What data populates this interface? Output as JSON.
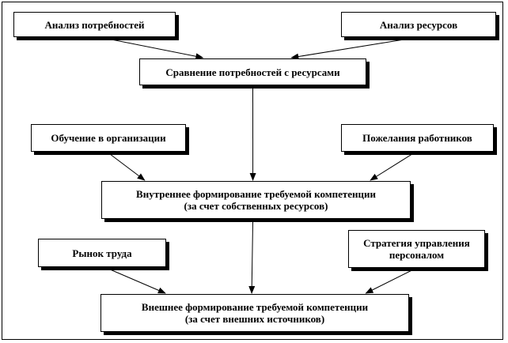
{
  "diagram": {
    "nodes": {
      "needs_analysis": {
        "text": "Анализ потребностей"
      },
      "resources_analysis": {
        "text": "Анализ ресурсов"
      },
      "comparison": {
        "text": "Сравнение потребностей с ресурсами"
      },
      "org_training": {
        "text": "Обучение в организации"
      },
      "employee_wishes": {
        "text": "Пожелания работников"
      },
      "internal_formation": {
        "line1": "Внутреннее формирование требуемой  компетенции",
        "line2": "(за счет собственных ресурсов)"
      },
      "labor_market": {
        "text": "Рынок труда"
      },
      "hr_strategy": {
        "line1": "Стратегия управления",
        "line2": "персоналом"
      },
      "external_formation": {
        "line1": "Внешнее формирование требуемой компетенции",
        "line2": "(за счет внешних источников)"
      }
    },
    "edges": [
      {
        "from": "needs_analysis",
        "to": "comparison"
      },
      {
        "from": "resources_analysis",
        "to": "comparison"
      },
      {
        "from": "comparison",
        "to": "internal_formation"
      },
      {
        "from": "org_training",
        "to": "internal_formation"
      },
      {
        "from": "employee_wishes",
        "to": "internal_formation"
      },
      {
        "from": "internal_formation",
        "to": "external_formation"
      },
      {
        "from": "labor_market",
        "to": "external_formation"
      },
      {
        "from": "hr_strategy",
        "to": "external_formation"
      }
    ]
  }
}
